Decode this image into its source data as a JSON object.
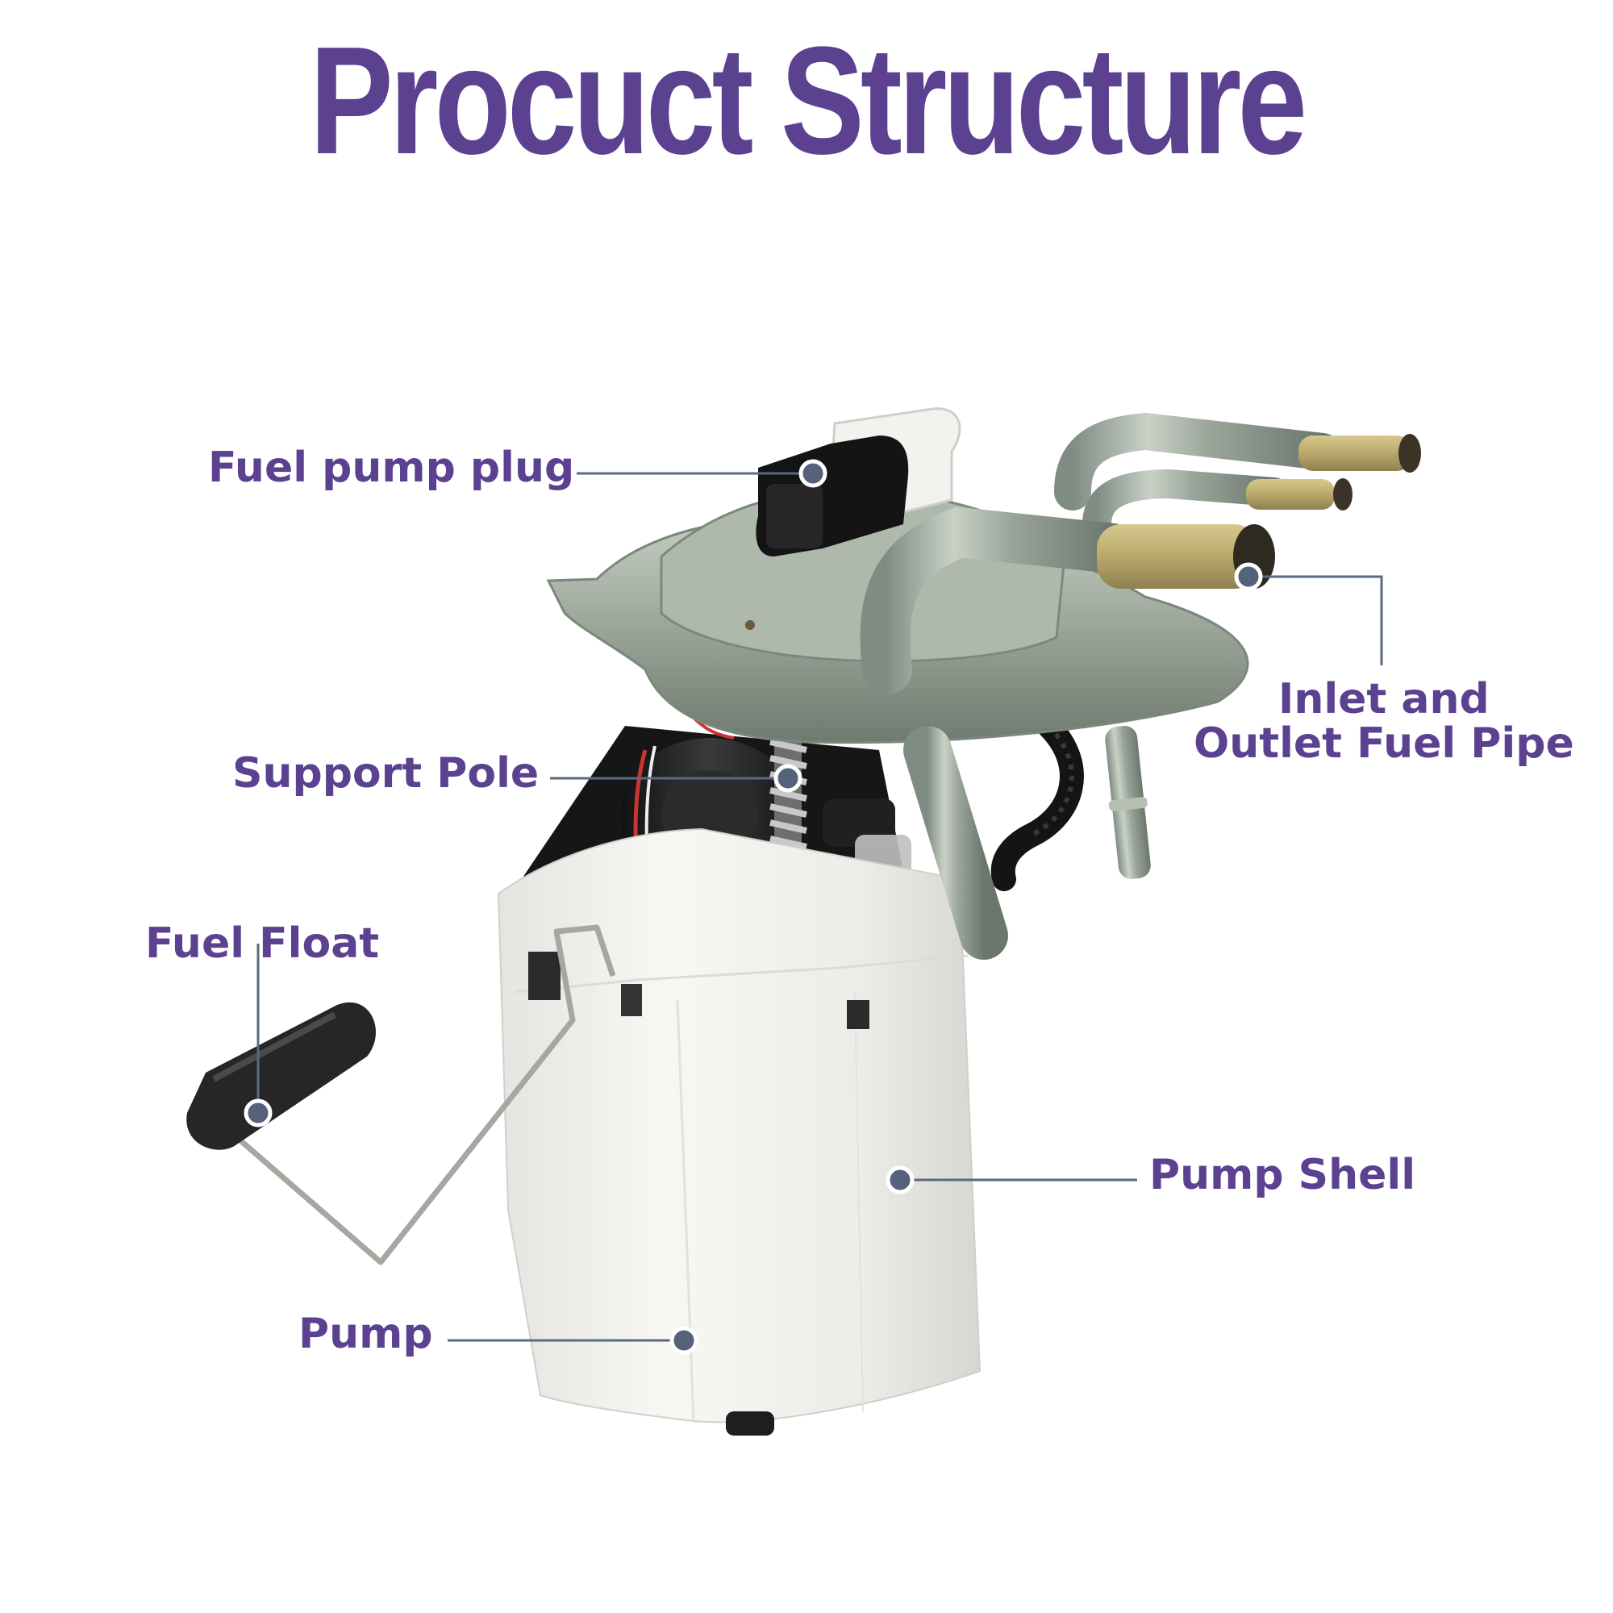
{
  "title": "Procuct Structure",
  "colors": {
    "title": "#5b4190",
    "label": "#5b4190",
    "leader_line": "#5a6a80",
    "marker_dot": "#54627a",
    "marker_ring": "#ffffff"
  },
  "callouts": [
    {
      "id": "fuel-pump-plug",
      "label": "Fuel pump plug"
    },
    {
      "id": "inlet-outlet-pipe",
      "label_lines": [
        "Inlet and",
        "Outlet Fuel Pipe"
      ]
    },
    {
      "id": "support-pole",
      "label": "Support Pole"
    },
    {
      "id": "fuel-float",
      "label": "Fuel Float"
    },
    {
      "id": "pump-shell",
      "label": "Pump Shell"
    },
    {
      "id": "pump",
      "label": "Pump"
    }
  ]
}
